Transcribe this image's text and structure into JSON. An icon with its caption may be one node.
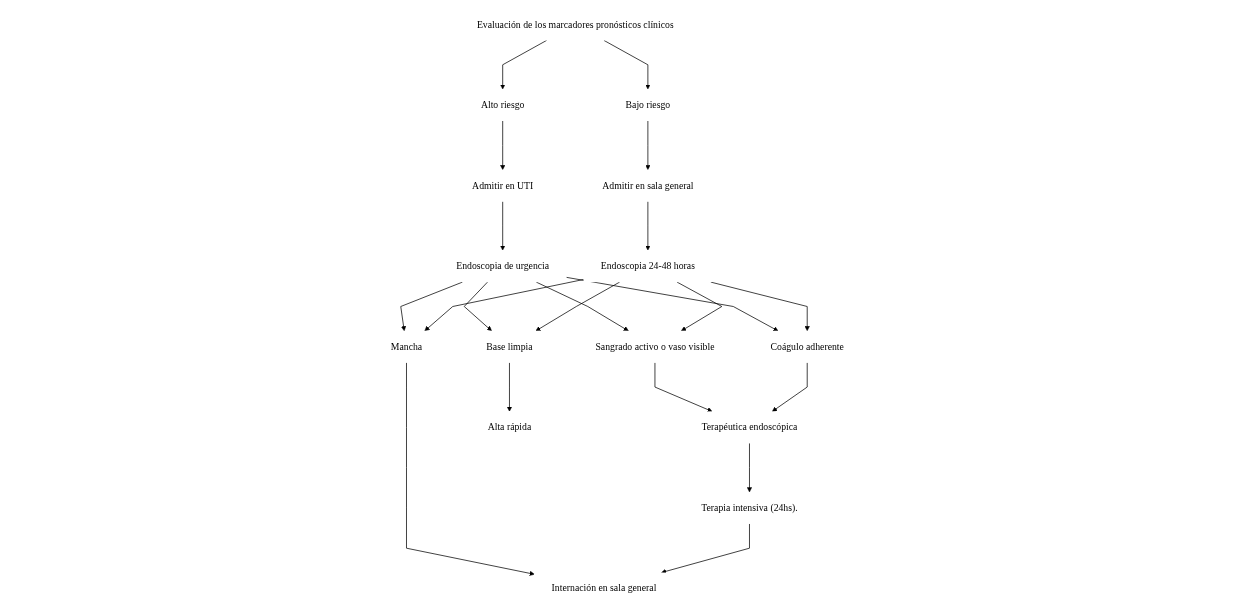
{
  "diagram": {
    "nodes": [
      {
        "text": [
          "Evaluación de los marcadores pronósticos clínicos"
        ]
      },
      {
        "text": [
          "Alto riesgo"
        ]
      },
      {
        "text": [
          "Bajo riesgo"
        ]
      },
      {
        "text": [
          "Admitir en UTI"
        ]
      },
      {
        "text": [
          "Admitir en sala general"
        ]
      },
      {
        "text": [
          "Endoscopia de urgencia"
        ]
      },
      {
        "text": [
          "Endoscopia 24-48 horas"
        ]
      },
      {
        "text": [
          "Sangrado activo o vaso visible"
        ]
      },
      {
        "text": [
          "Coágulo adherente"
        ]
      },
      {
        "text": [
          "Mancha"
        ]
      },
      {
        "text": [
          "Base limpia"
        ]
      },
      {
        "text": [
          "Terapéutica endoscópica"
        ]
      },
      {
        "text": [
          "Terapia intensiva (24hs)."
        ]
      },
      {
        "text": [
          "Internación en sala general"
        ]
      },
      {
        "text": [
          "Alta rápida"
        ]
      }
    ],
    "edges": [
      {
        "from": 0,
        "to": 1,
        "arrow": "to"
      },
      {
        "from": 0,
        "to": 2,
        "arrow": "to"
      },
      {
        "from": 1,
        "to": 3,
        "arrow": "to"
      },
      {
        "from": 2,
        "to": 4,
        "arrow": "to"
      },
      {
        "from": 3,
        "to": 5,
        "arrow": "to"
      },
      {
        "from": 4,
        "to": 6,
        "arrow": "to"
      },
      {
        "from": 5,
        "to": 7,
        "arrow": "to"
      },
      {
        "from": 5,
        "to": 8,
        "arrow": "to"
      },
      {
        "from": 5,
        "to": 9,
        "arrow": "to"
      },
      {
        "from": 5,
        "to": 10,
        "arrow": "to"
      },
      {
        "from": 6,
        "to": 7,
        "arrow": "to"
      },
      {
        "from": 6,
        "to": 8,
        "arrow": "to"
      },
      {
        "from": 6,
        "to": 9,
        "arrow": "to"
      },
      {
        "from": 6,
        "to": 10,
        "arrow": "to"
      },
      {
        "from": 7,
        "to": 11,
        "arrow": "to"
      },
      {
        "from": 8,
        "to": 11,
        "arrow": "to"
      },
      {
        "from": 11,
        "to": 12,
        "arrow": "to"
      },
      {
        "from": 9,
        "to": 13,
        "arrow": "to"
      },
      {
        "from": 10,
        "to": 14,
        "arrow": "to"
      },
      {
        "from": 12,
        "to": 13,
        "arrow": "to"
      }
    ]
  }
}
